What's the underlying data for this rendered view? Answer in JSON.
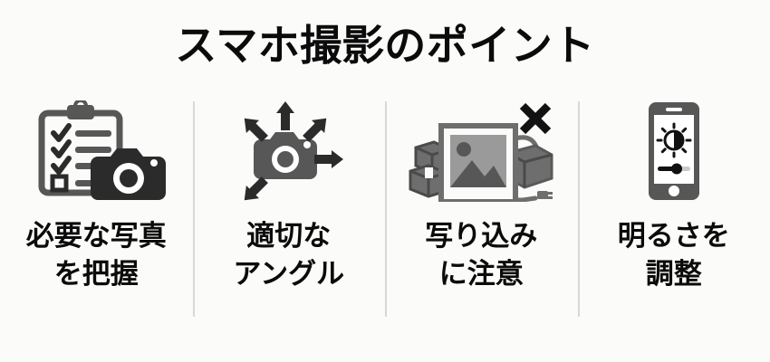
{
  "header": {
    "title": "スマホ撮影のポイント"
  },
  "colors": {
    "background": "#fbfbf9",
    "text": "#0b0b0b",
    "divider": "#d8d8d8",
    "icon_dark": "#2b2b2b",
    "icon_gray": "#575757",
    "icon_mid_gray": "#6e6e6e",
    "icon_light_gray": "#9a9a9a",
    "icon_white": "#ffffff"
  },
  "columns": [
    {
      "id": "necessary-photos",
      "icon_name": "clipboard-checklist-camera-icon",
      "caption_lines": [
        "必要な写真",
        "を把握"
      ]
    },
    {
      "id": "proper-angle",
      "icon_name": "camera-multi-direction-arrows-icon",
      "caption_lines": [
        "適切な",
        "アングル"
      ]
    },
    {
      "id": "avoid-clutter",
      "icon_name": "photo-frame-boxes-cable-cross-icon",
      "caption_lines": [
        "写り込み",
        "に注意"
      ]
    },
    {
      "id": "adjust-brightness",
      "icon_name": "smartphone-brightness-slider-icon",
      "caption_lines": [
        "明るさを",
        "調整"
      ]
    }
  ]
}
